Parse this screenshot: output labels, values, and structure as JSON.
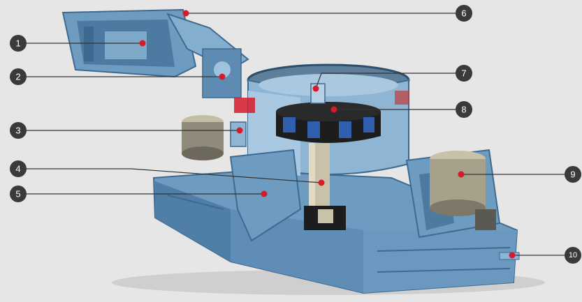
{
  "colors": {
    "background": "#e6e6e6",
    "machine_body": "#6e9cc0",
    "machine_dark": "#3f6a8f",
    "machine_light": "#9fc2de",
    "rotor": "#1d1d1d",
    "rotor_blue": "#2f5fae",
    "shaft": "#c9c2a8",
    "marker_red": "#d51b2a",
    "leader_line": "#333333",
    "badge": "#3a3a3a"
  },
  "callouts": [
    {
      "number": "1"
    },
    {
      "number": "2"
    },
    {
      "number": "3"
    },
    {
      "number": "4"
    },
    {
      "number": "5"
    },
    {
      "number": "6"
    },
    {
      "number": "7"
    },
    {
      "number": "8"
    },
    {
      "number": "9"
    },
    {
      "number": "10"
    }
  ]
}
